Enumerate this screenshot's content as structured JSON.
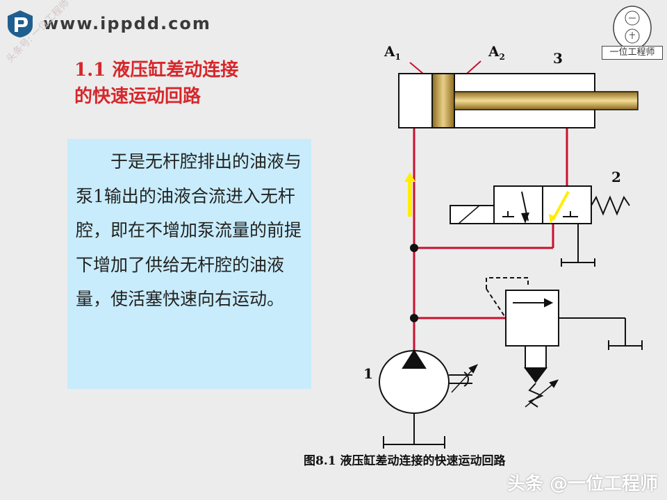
{
  "brand": {
    "url": "www.ippdd.com"
  },
  "watermark_diag": "头条号: 一位工程师",
  "stamp": {
    "label": "一位工程师"
  },
  "title": {
    "line1": "1.1  液压缸差动连接",
    "line2": "的快速运动回路"
  },
  "body_text": "于是无杆腔排出的油液与泵1输出的油液合流进入无杆腔，即在不增加泵流量的前提下增加了供给无杆腔的油液量，使活塞快速向右运动。",
  "labels": {
    "a1": "A",
    "a1_sub": "1",
    "a2": "A",
    "a2_sub": "2",
    "n3": "3",
    "n2": "2",
    "n1": "1"
  },
  "caption": "图8.1  液压缸差动连接的快速运动回路",
  "watermark_bottom": "头条 @一位工程师",
  "colors": {
    "title": "#d6272b",
    "pipe": "#c8102e",
    "textbox_bg": "#c8ecfb",
    "arrow": "#ffee00"
  }
}
